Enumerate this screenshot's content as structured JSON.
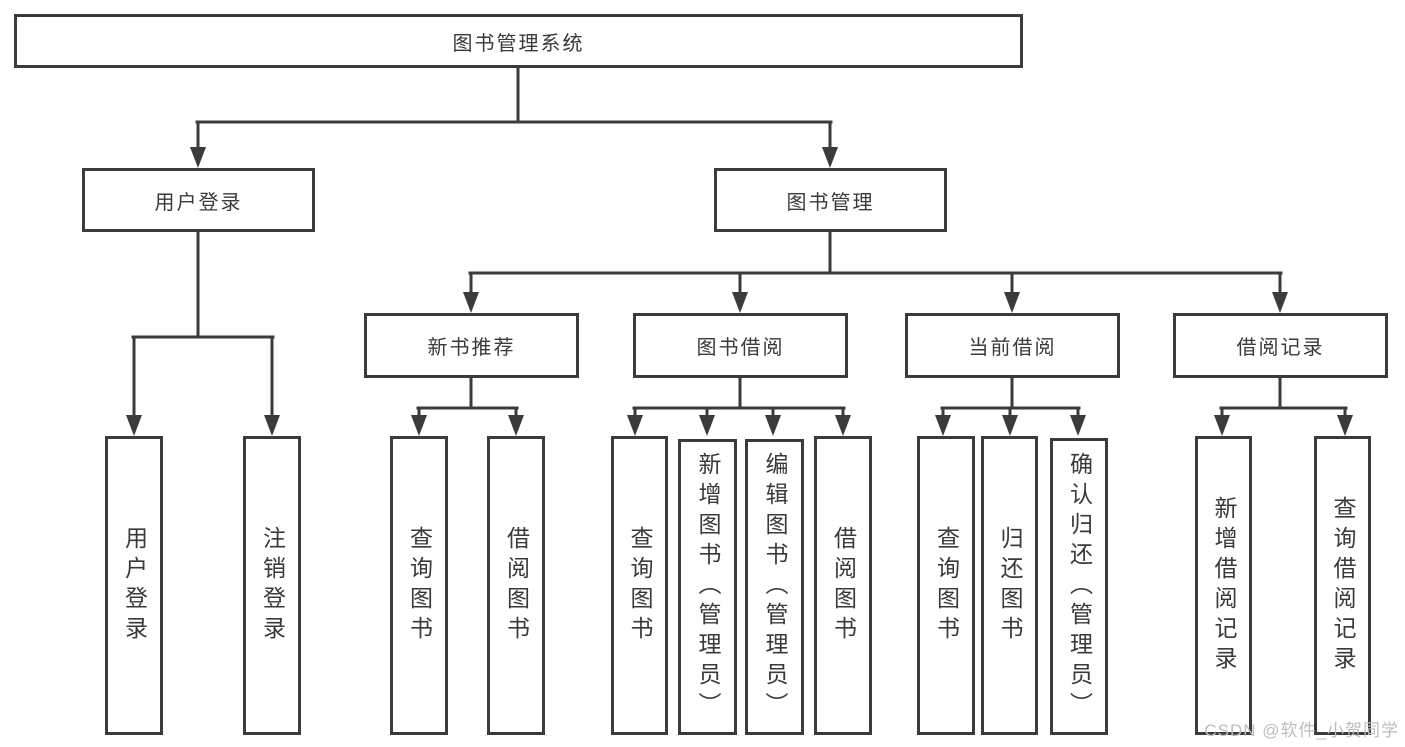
{
  "diagram": {
    "type": "flowchart",
    "root": {
      "label": "图书管理系统",
      "children": [
        "user_login",
        "book_mgmt"
      ]
    },
    "nodes": {
      "user_login": {
        "label": "用户登录",
        "children": [
          "leaf_user_login",
          "leaf_logout"
        ]
      },
      "book_mgmt": {
        "label": "图书管理",
        "children": [
          "new_book",
          "book_borrow",
          "current_borrow",
          "borrow_record"
        ]
      },
      "new_book": {
        "label": "新书推荐",
        "children": [
          "nb_query",
          "nb_borrow"
        ]
      },
      "book_borrow": {
        "label": "图书借阅",
        "children": [
          "bb_query",
          "bb_add",
          "bb_edit",
          "bb_borrow"
        ]
      },
      "current_borrow": {
        "label": "当前借阅",
        "children": [
          "cb_query",
          "cb_return",
          "cb_confirm"
        ]
      },
      "borrow_record": {
        "label": "借阅记录",
        "children": [
          "br_add",
          "br_query"
        ]
      },
      "leaf_user_login": {
        "label": "用户登录"
      },
      "leaf_logout": {
        "label": "注销登录"
      },
      "nb_query": {
        "label": "查询图书"
      },
      "nb_borrow": {
        "label": "借阅图书"
      },
      "bb_query": {
        "label": "查询图书"
      },
      "bb_add": {
        "label": "新增图书（管理员）"
      },
      "bb_edit": {
        "label": "编辑图书（管理员）"
      },
      "bb_borrow": {
        "label": "借阅图书"
      },
      "cb_query": {
        "label": "查询图书"
      },
      "cb_return": {
        "label": "归还图书"
      },
      "cb_confirm": {
        "label": "确认归还（管理员）"
      },
      "br_add": {
        "label": "新增借阅记录"
      },
      "br_query": {
        "label": "查询借阅记录"
      }
    },
    "watermark": "CSDN @软件_小贺同学",
    "colors": {
      "line": "#3b3b3b",
      "text": "#3a3a3a",
      "background": "#ffffff",
      "watermark": "#bdbdbd"
    }
  }
}
